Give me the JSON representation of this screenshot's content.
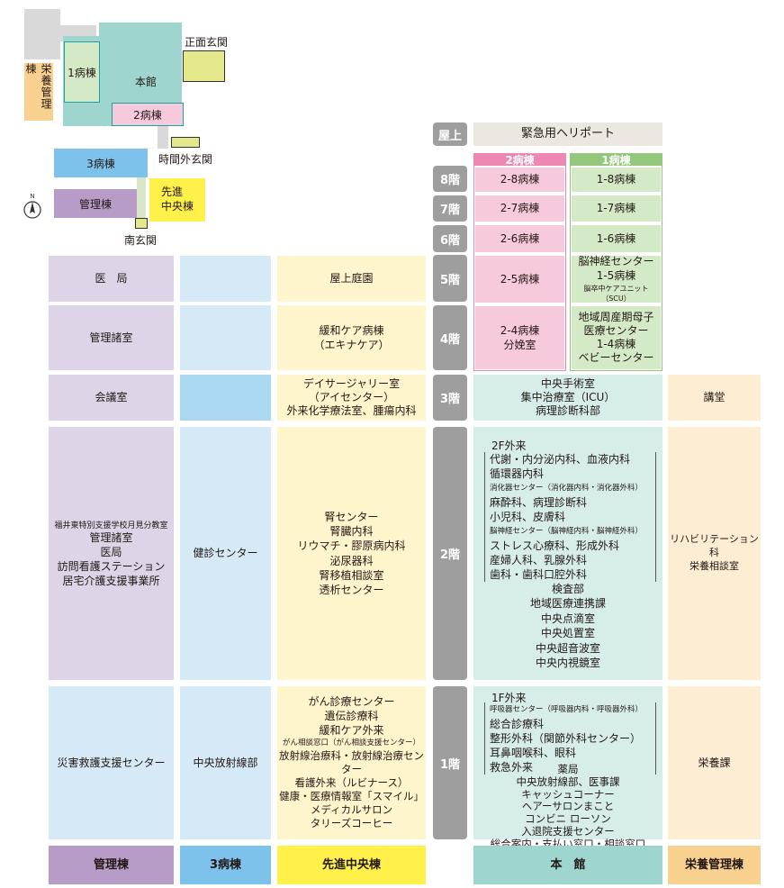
{
  "map": {
    "main_entrance": "正面玄関",
    "night_entrance": "時間外玄関",
    "south_entrance": "南玄関",
    "ward1": "1病棟",
    "main_building": "本館",
    "ward2": "2病棟",
    "ward3": "3病棟",
    "admin": "管理棟",
    "advanced": "先進\n中央棟",
    "nutrition": "栄養管理棟",
    "north": "N"
  },
  "floors": [
    "屋上",
    "8階",
    "7階",
    "6階",
    "5階",
    "4階",
    "3階",
    "2階",
    "1階"
  ],
  "roof": {
    "heliport": "緊急用ヘリポート"
  },
  "upper": {
    "col_headers": {
      "ward2": "2病棟",
      "ward1": "1病棟"
    },
    "f8": {
      "ward2": "2-8病棟",
      "ward1": "1-8病棟"
    },
    "f7": {
      "ward2": "2-7病棟",
      "ward1": "1-7病棟"
    },
    "f6": {
      "ward2": "2-6病棟",
      "ward1": "1-6病棟"
    },
    "f5": {
      "ward2": "2-5病棟",
      "ward1_a": "脳神経センター\n1-5病棟",
      "ward1_b": "脳卒中ケアユニット（SCU）"
    },
    "f4": {
      "ward2": "2-4病棟\n分娩室",
      "ward1": "地域周産期母子\n医療センター\n1-4病棟\nベビーセンター"
    }
  },
  "admin_col": {
    "f5": "医　局",
    "f4": "管理諸室",
    "f3": "会議室",
    "f2_a": "福井東特別支援学校月見分教室",
    "f2_b": "管理諸室\n医局\n訪問看護ステーション\n居宅介護支援事業所",
    "f1": "災害救護支援センター",
    "footer": "管理棟"
  },
  "ward3_col": {
    "f2": "健診センター",
    "f1": "中央放射線部",
    "footer": "3病棟"
  },
  "adv_col": {
    "f5": "屋上庭園",
    "f4": "緩和ケア病棟\n（エキナケア）",
    "f3": "デイサージャリー室\n（アイセンター）\n外来化学療法室、腫瘍内科",
    "f2": "腎センター\n腎臓内科\nリウマチ・膠原病内科\n泌尿器科\n腎移植相談室\n透析センター",
    "f1_a": "がん診療センター\n遺伝診療科\n緩和ケア外来",
    "f1_b": "がん相談窓口（がん相談支援センター）",
    "f1_c": "放射線治療科・放射線治療センター\n看護外来（ルビナース）\n健康・医療情報室「スマイル」\nメディカルサロン\nタリーズコーヒー",
    "footer": "先進中央棟"
  },
  "main_col": {
    "f3": "中央手術室\n集中治療室（ICU）\n病理診断科部",
    "f2_head": "2F外来",
    "f2_list": [
      {
        "t": "代謝・内分泌内科、血液内科",
        "small": false
      },
      {
        "t": "循環器内科",
        "small": false
      },
      {
        "t": "消化器センター（消化器内科・消化器外科）",
        "small": true
      },
      {
        "t": "麻酔科、病理診断科",
        "small": false
      },
      {
        "t": "小児科、皮膚科",
        "small": false
      },
      {
        "t": "脳神経センター（脳神経内科・脳神経外科）",
        "small": true
      },
      {
        "t": "ストレス心療科、形成外科",
        "small": false
      },
      {
        "t": "産婦人科、乳腺外科",
        "small": false
      },
      {
        "t": "歯科・歯科口腔外科",
        "small": false
      }
    ],
    "f2_tail": "検査部\n地域医療連携課\n中央点滴室\n中央処置室\n中央超音波室\n中央内視鏡室",
    "f1_head": "1F外来",
    "f1_list": [
      {
        "t": "呼吸器センター（呼吸器内科・呼吸器外科）",
        "small": true
      },
      {
        "t": "総合診療科",
        "small": false
      },
      {
        "t": "整形外科（関節外科センター）",
        "small": false
      },
      {
        "t": "耳鼻咽喉科、眼科",
        "small": false
      },
      {
        "t": "救急外来",
        "small": false
      }
    ],
    "f1_tail": "薬局\n中央放射線部、医事課\nキャッシュコーナー\nヘアーサロンまこと\nコンビニ ローソン\n入退院支援センター\n総合案内・支払い窓口・相談窓口",
    "footer": "本　館"
  },
  "nutr_col": {
    "f3": "講堂",
    "f2": "リハビリテーション科\n栄養相談室",
    "f1": "栄養課",
    "footer": "栄養管理棟"
  },
  "colors": {
    "admin": "#ded4e8",
    "admin_footer": "#b89cc8",
    "ward3": "#d5e9f7",
    "ward3_footer": "#7cc2eb",
    "advanced": "#fff5cc",
    "advanced_footer": "#fff04a",
    "main": "#d6ede9",
    "main_footer": "#9fd5cf",
    "nutrition": "#fdedd2",
    "nutrition_footer": "#f8d190",
    "ward2": "#f7c9dc",
    "ward2_header": "#ee87b3",
    "ward1": "#d4eac7",
    "ward1_header": "#94c77c",
    "roof": "#ece7df"
  }
}
